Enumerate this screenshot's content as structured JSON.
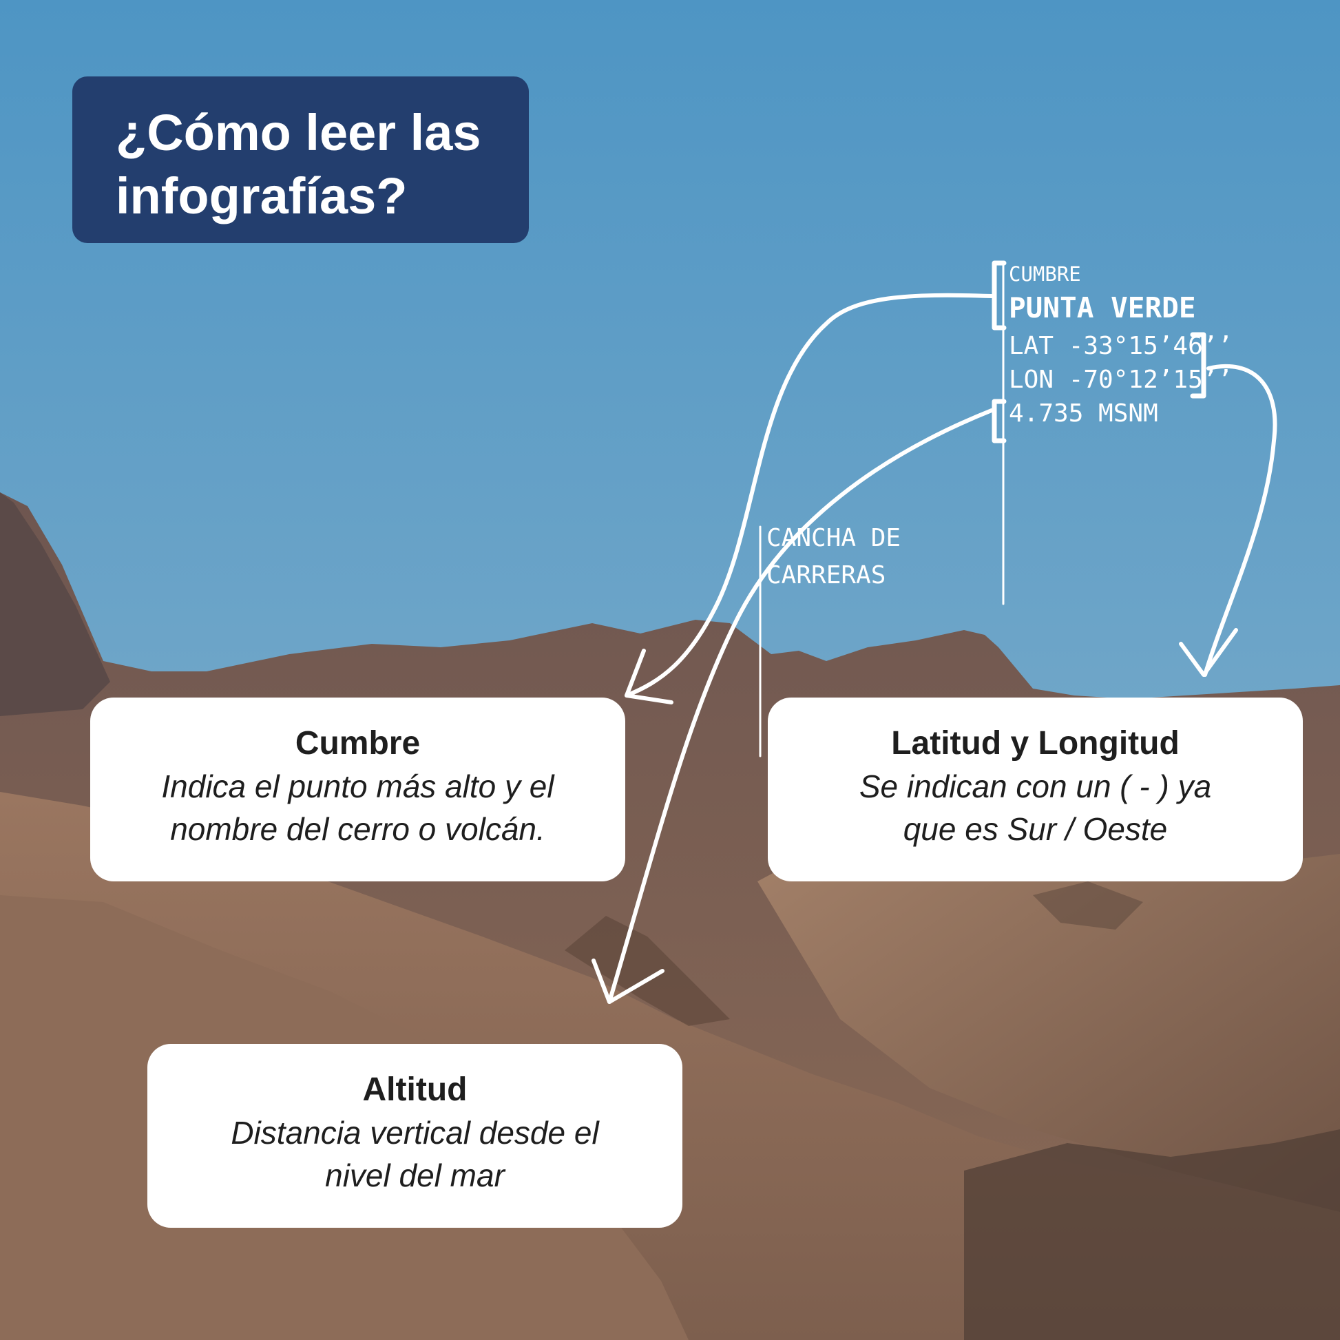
{
  "title": {
    "line1": "¿Cómo leer las",
    "line2": "infografías?"
  },
  "summit_label": {
    "category": "CUMBRE",
    "name": "PUNTA VERDE",
    "lat": "LAT -33°15’46’’",
    "lon": "LON -70°12’15’’",
    "altitude": "4.735 MSNM"
  },
  "secondary_label": {
    "line1": "CANCHA DE",
    "line2": "CARRERAS"
  },
  "cards": {
    "cumbre": {
      "title": "Cumbre",
      "text_line1": "Indica el punto más alto y el",
      "text_line2": "nombre del cerro o volcán."
    },
    "latlon": {
      "title": "Latitud y Longitud",
      "text_line1": "Se indican con un ( - ) ya",
      "text_line2": "que es Sur / Oeste"
    },
    "altitud": {
      "title": "Altitud",
      "text_line1": "Distancia vertical desde el",
      "text_line2": "nivel del mar"
    }
  },
  "colors": {
    "title_background": "#233e6e",
    "sky_top": "#4e95c4",
    "sky_bottom": "#8db5cc",
    "mountain": "#8a6a56",
    "card_background": "#ffffff"
  }
}
